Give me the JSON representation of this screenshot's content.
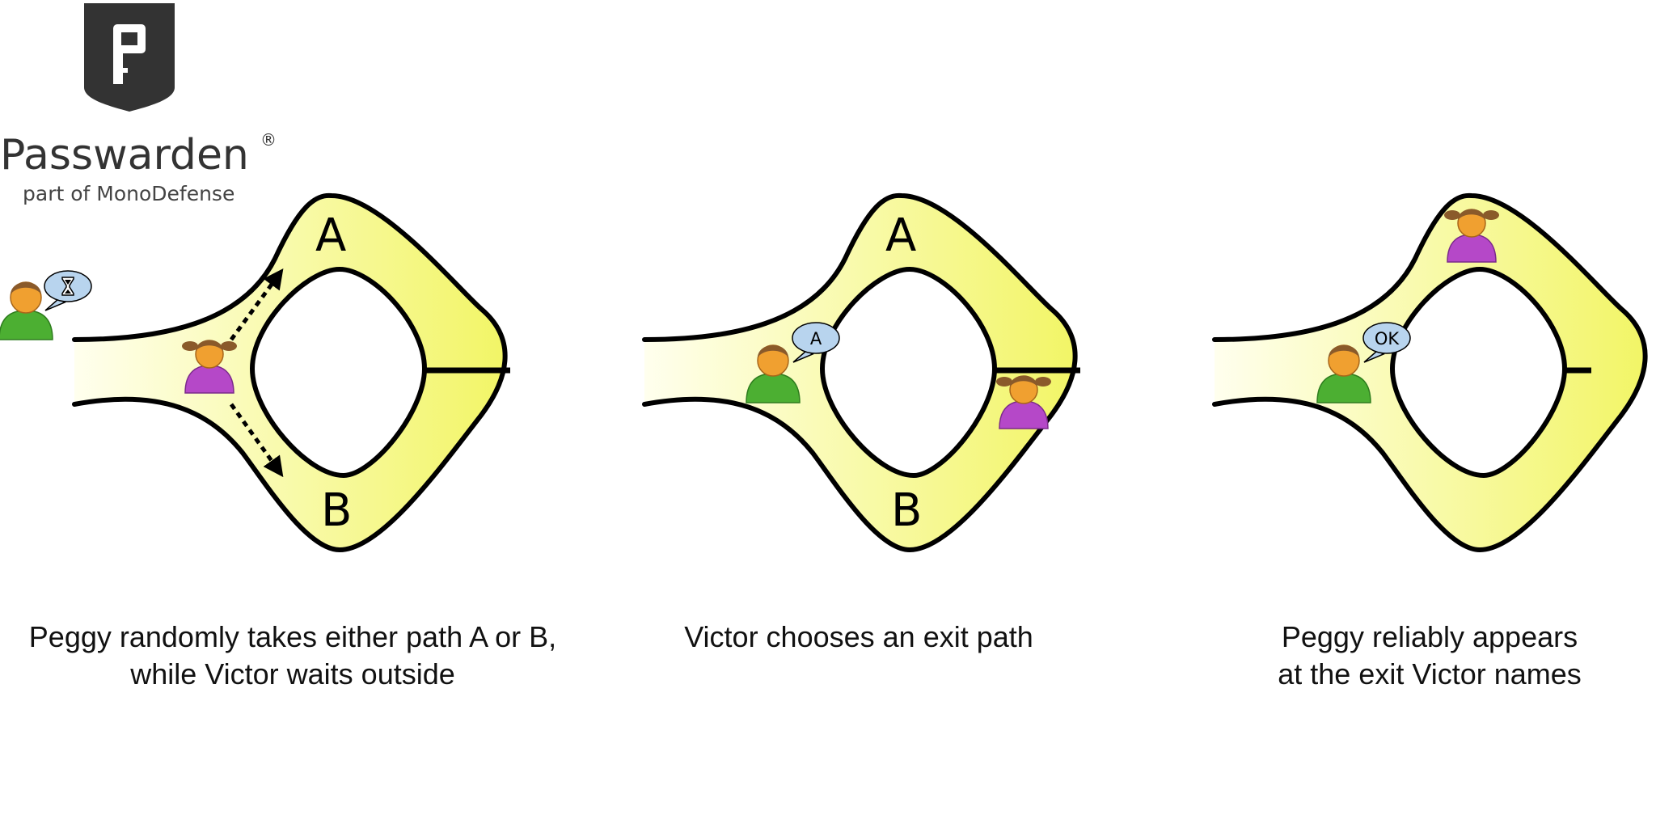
{
  "brand": {
    "name": "Passwarden",
    "registered_mark": "®",
    "tagline": "part of MonoDefense",
    "logo_icon": "shield-key-icon",
    "logo_color": "#333333"
  },
  "colors": {
    "cave_fill_light": "#ffffee",
    "cave_fill_dark": "#f2f566",
    "wall": "#000000",
    "victor_body": "#4caf32",
    "peggy_body": "#b548c8",
    "skin": "#f0a030",
    "hair": "#8a5a2a",
    "bubble": "#b8d4ee"
  },
  "panels": [
    {
      "path_labels": [
        "A",
        "B"
      ],
      "victor_bubble": "hourglass-icon",
      "caption_lines": [
        "Peggy randomly takes either path A or B,",
        "while Victor waits outside"
      ]
    },
    {
      "path_labels": [
        "A",
        "B"
      ],
      "victor_bubble": "A",
      "caption_lines": [
        "Victor chooses an exit path"
      ]
    },
    {
      "victor_bubble": "OK",
      "caption_lines": [
        "Peggy reliably appears",
        "at the exit Victor names"
      ]
    }
  ]
}
